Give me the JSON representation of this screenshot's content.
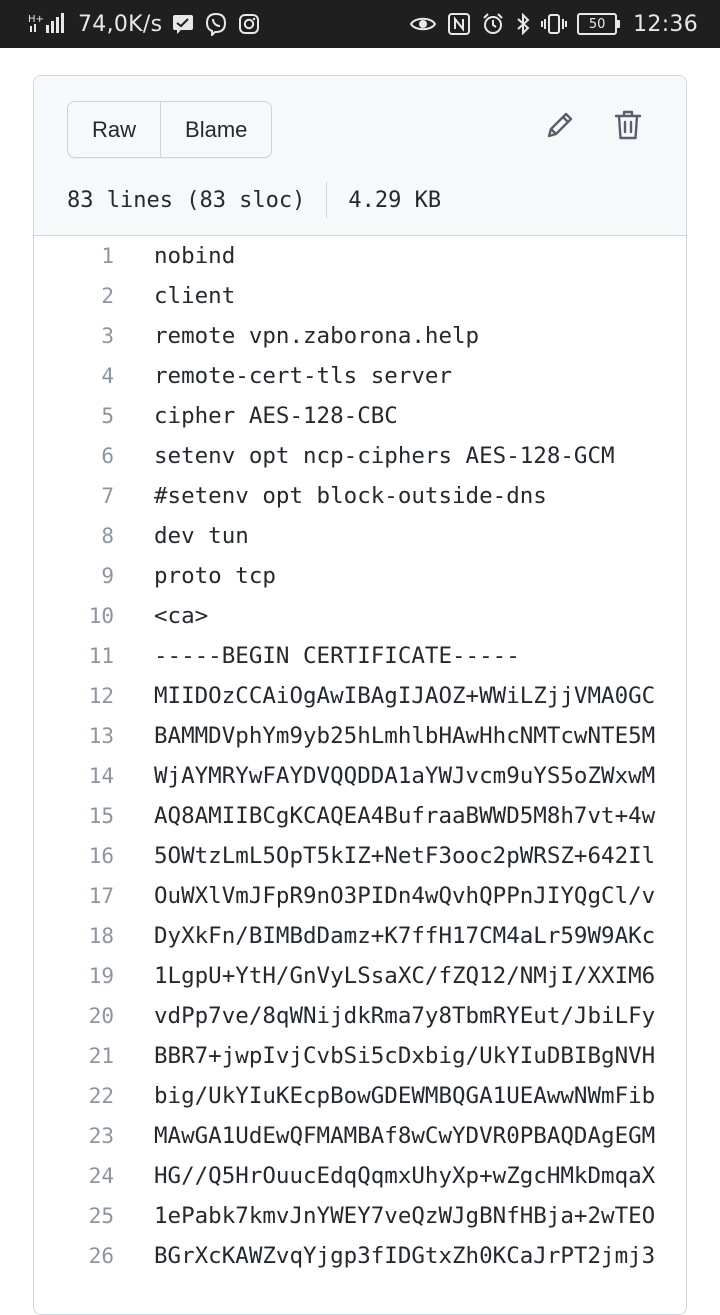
{
  "status_bar": {
    "network_type": "H+",
    "speed": "74,0K/s",
    "battery": "50",
    "time": "12:36"
  },
  "file": {
    "buttons": {
      "raw": "Raw",
      "blame": "Blame"
    },
    "meta": {
      "lines": "83 lines (83 sloc)",
      "size": "4.29 KB"
    },
    "lines": [
      {
        "n": "1",
        "t": "nobind"
      },
      {
        "n": "2",
        "t": "client"
      },
      {
        "n": "3",
        "t": "remote vpn.zaborona.help"
      },
      {
        "n": "4",
        "t": "remote-cert-tls server"
      },
      {
        "n": "5",
        "t": "cipher AES-128-CBC"
      },
      {
        "n": "6",
        "t": "setenv opt ncp-ciphers AES-128-GCM"
      },
      {
        "n": "7",
        "t": "#setenv opt block-outside-dns"
      },
      {
        "n": "8",
        "t": "dev tun"
      },
      {
        "n": "9",
        "t": "proto tcp"
      },
      {
        "n": "10",
        "t": "<ca>"
      },
      {
        "n": "11",
        "t": "-----BEGIN CERTIFICATE-----"
      },
      {
        "n": "12",
        "t": "MIIDOzCCAiOgAwIBAgIJAOZ+WWiLZjjVMA0GC"
      },
      {
        "n": "13",
        "t": "BAMMDVphYm9yb25hLmhlbHAwHhcNMTcwNTE5M"
      },
      {
        "n": "14",
        "t": "WjAYMRYwFAYDVQQDDA1aYWJvcm9uYS5oZWxwM"
      },
      {
        "n": "15",
        "t": "AQ8AMIIBCgKCAQEA4BufraaBWWD5M8h7vt+4w"
      },
      {
        "n": "16",
        "t": "5OWtzLmL5OpT5kIZ+NetF3ooc2pWRSZ+642Il"
      },
      {
        "n": "17",
        "t": "OuWXlVmJFpR9nO3PIDn4wQvhQPPnJIYQgCl/v"
      },
      {
        "n": "18",
        "t": "DyXkFn/BIMBdDamz+K7ffH17CM4aLr59W9AKc"
      },
      {
        "n": "19",
        "t": "1LgpU+YtH/GnVyLSsaXC/fZQ12/NMjI/XXIM6"
      },
      {
        "n": "20",
        "t": "vdPp7ve/8qWNijdkRma7y8TbmRYEut/JbiLFy"
      },
      {
        "n": "21",
        "t": "BBR7+jwpIvjCvbSi5cDxbig/UkYIuDBIBgNVH"
      },
      {
        "n": "22",
        "t": "big/UkYIuKEcpBowGDEWMBQGA1UEAwwNWmFib"
      },
      {
        "n": "23",
        "t": "MAwGA1UdEwQFMAMBAf8wCwYDVR0PBAQDAgEGM"
      },
      {
        "n": "24",
        "t": "HG//Q5HrOuucEdqQqmxUhyXp+wZgcHMkDmqaX"
      },
      {
        "n": "25",
        "t": "1ePabk7kmvJnYWEY7veQzWJgBNfHBja+2wTEO"
      },
      {
        "n": "26",
        "t": "BGrXcKAWZvqYjgp3fIDGtxZh0KCaJrPT2jmj3"
      }
    ]
  }
}
